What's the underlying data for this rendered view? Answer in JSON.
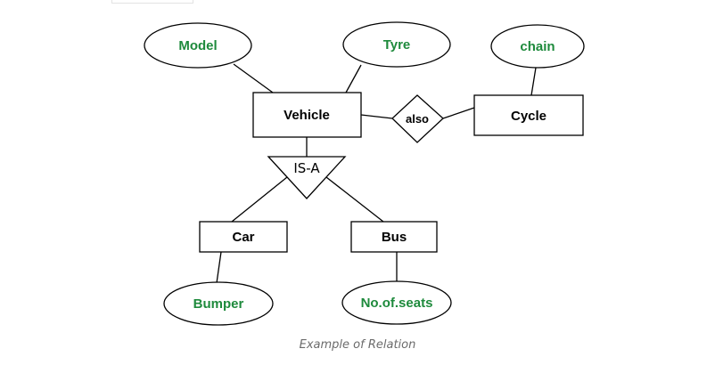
{
  "colors": {
    "attribute_text": "#1e8a3c",
    "caption_text": "#6b6b6b",
    "stroke": "#000000"
  },
  "diagram": {
    "entities": {
      "vehicle": "Vehicle",
      "cycle": "Cycle",
      "car": "Car",
      "bus": "Bus"
    },
    "attributes": {
      "model": "Model",
      "tyre": "Tyre",
      "chain": "chain",
      "bumper": "Bumper",
      "seats": "No.of.seats"
    },
    "relationship": {
      "label": "also"
    },
    "isa": {
      "label": "IS-A"
    }
  },
  "caption": "Example of Relation"
}
